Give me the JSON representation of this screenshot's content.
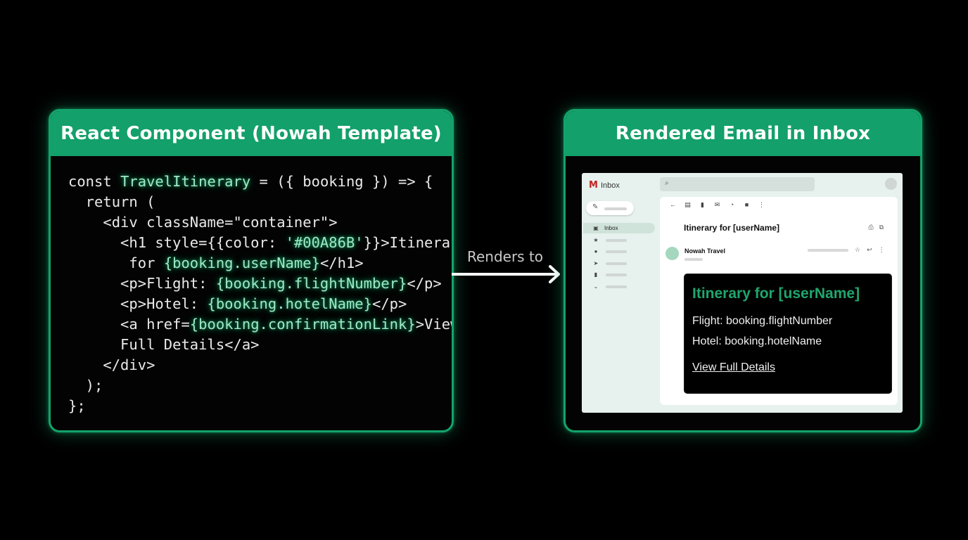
{
  "left_panel": {
    "title": "React Component (Nowah Template)",
    "code_lines": [
      {
        "segments": [
          {
            "t": "const "
          },
          {
            "t": "TravelItinerary",
            "hl": true
          },
          {
            "t": " = ({ booking }) => {"
          }
        ]
      },
      {
        "segments": [
          {
            "t": "  return ("
          }
        ]
      },
      {
        "segments": [
          {
            "t": "    <div className=\"container\">"
          }
        ]
      },
      {
        "segments": [
          {
            "t": "      <h1 style={{color: "
          },
          {
            "t": "'#00A86B'",
            "hl": true
          },
          {
            "t": "}}>Itinerary"
          }
        ]
      },
      {
        "segments": [
          {
            "t": "       for "
          },
          {
            "t": "{booking.userName}",
            "hl": true
          },
          {
            "t": "</h1>"
          }
        ]
      },
      {
        "segments": [
          {
            "t": "      <p>Flight: "
          },
          {
            "t": "{booking.flightNumber}",
            "hl": true
          },
          {
            "t": "</p>"
          }
        ]
      },
      {
        "segments": [
          {
            "t": "      <p>Hotel: "
          },
          {
            "t": "{booking.hotelName}",
            "hl": true
          },
          {
            "t": "</p>"
          }
        ]
      },
      {
        "segments": [
          {
            "t": "      <a href="
          },
          {
            "t": "{booking.confirmationLink}",
            "hl": true
          },
          {
            "t": ">View"
          }
        ]
      },
      {
        "segments": [
          {
            "t": "      Full Details</a>"
          }
        ]
      },
      {
        "segments": [
          {
            "t": "    </div>"
          }
        ]
      },
      {
        "segments": [
          {
            "t": "  );"
          }
        ]
      },
      {
        "segments": [
          {
            "t": "};"
          }
        ]
      }
    ]
  },
  "arrow": {
    "label": "Renders to"
  },
  "right_panel": {
    "title": "Rendered Email in Inbox",
    "inbox": {
      "logo_text": "Inbox",
      "nav_active_label": "Inbox",
      "subject": "Itinerary for [userName]",
      "sender": "Nowah Travel",
      "email": {
        "heading": "Itinerary for [userName]",
        "flight_line": "Flight: booking.flightNumber",
        "hotel_line": "Hotel: booking.hotelName",
        "link_text": "View Full Details"
      }
    }
  },
  "colors": {
    "accent_green": "#13a06a",
    "email_heading_green": "#1fa66d",
    "background": "#000000"
  },
  "icons": [
    "pencil-icon",
    "inbox-icon",
    "star-icon",
    "clock-icon",
    "send-icon",
    "file-icon",
    "chevron-down-icon",
    "search-icon",
    "back-arrow-icon",
    "archive-icon",
    "trash-icon",
    "mail-icon",
    "snooze-icon",
    "folder-icon",
    "more-icon",
    "print-icon",
    "open-external-icon",
    "reply-icon",
    "arrow-right-icon"
  ]
}
